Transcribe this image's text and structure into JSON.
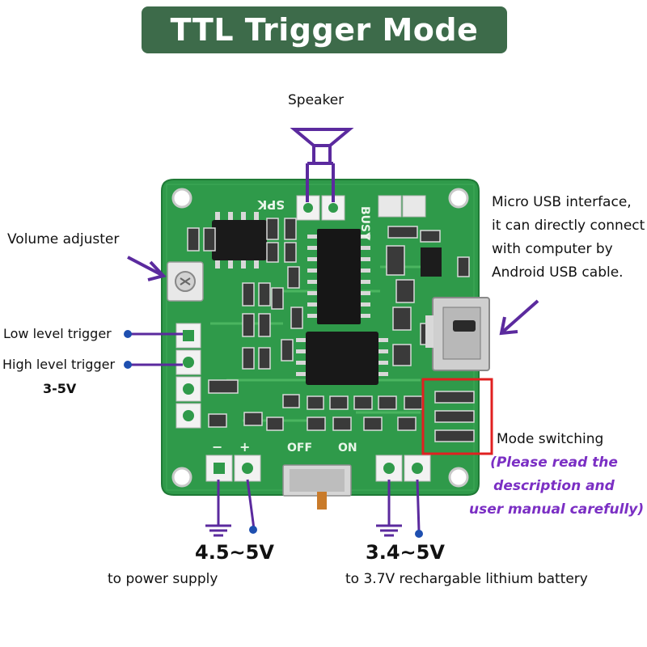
{
  "title": "TTL Trigger Mode",
  "labels": {
    "speaker": "Speaker",
    "volume": "Volume adjuster",
    "low_trigger": "Low level trigger",
    "high_trigger": "High level trigger",
    "trigger_voltage": "3-5V",
    "usb_lines": [
      "Micro USB interface,",
      "it can directly connect",
      "with computer by",
      "Android USB cable."
    ],
    "mode_switching": "Mode switching",
    "mode_note_lines": [
      "(Please read the",
      "description and",
      "user manual carefully)"
    ],
    "power_voltage": "4.5~5V",
    "battery_voltage": "3.4~5V",
    "power_caption": "to power supply",
    "battery_caption": "to 3.7V rechargable lithium battery",
    "pcb_spk": "SPK",
    "pcb_busy": "BUSY",
    "pcb_off": "OFF",
    "pcb_on": "ON",
    "pcb_minus": "−",
    "pcb_plus": "+"
  },
  "colors": {
    "banner": "#3d6b4a",
    "pcb": "#2f9a4a",
    "annotation": "#5b2a9e",
    "highlight": "#e02020"
  }
}
